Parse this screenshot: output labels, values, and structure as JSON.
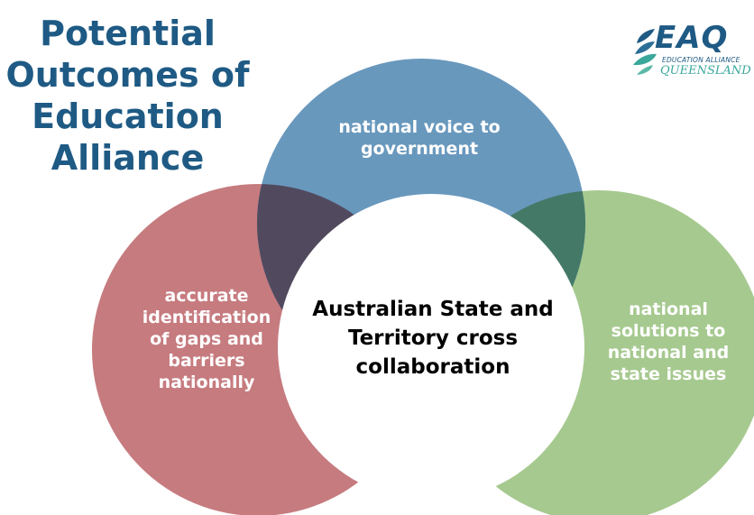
{
  "title": {
    "lines": [
      "Potential",
      "Outcomes of",
      "Education",
      "Alliance"
    ]
  },
  "logo": {
    "word": "EAQ",
    "sub1": "EDUCATION ALLIANCE",
    "sub2": "QUEENSLAND"
  },
  "diagram": {
    "top": "national voice to government",
    "left": "accurate identification of gaps and barriers nationally",
    "right": "national solutions to national and state issues",
    "center": "Australian State and Territory cross collaboration"
  },
  "colors": {
    "title": "#1e5a84",
    "top_circle": "#6998bd",
    "left_circle": "#c67b7f",
    "right_circle": "#a6c98f",
    "overlap_top_left": "#514a5e",
    "overlap_top_right": "#447968",
    "center": "#ffffff"
  }
}
